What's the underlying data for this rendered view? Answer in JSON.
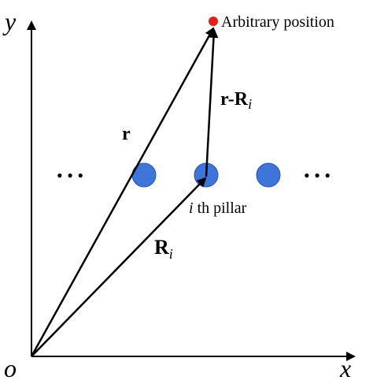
{
  "axes": {
    "x_label": "x",
    "y_label": "y",
    "origin_label": "o"
  },
  "vectors": {
    "r": {
      "label": "r"
    },
    "R_i": {
      "label_main": "R",
      "label_sub": "i"
    },
    "r_minus_R_i": {
      "label_main": "r-R",
      "label_sub": "i"
    }
  },
  "point": {
    "label": "Arbitrary position",
    "color": "#e0201b"
  },
  "pillars": {
    "color": "#3f74d8",
    "stroke": "#2a55b0",
    "pillar_label_italic": "i",
    "pillar_label_rest": " th pillar",
    "ellipsis_left": "• • •",
    "ellipsis_right": "• • •"
  }
}
